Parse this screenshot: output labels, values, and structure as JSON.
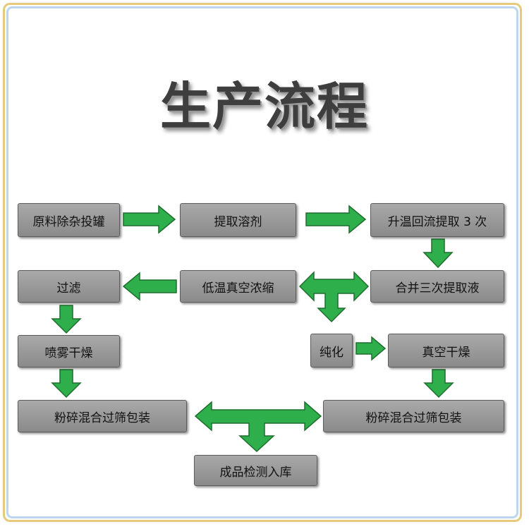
{
  "title": "生产流程",
  "colors": {
    "arrow_fill": "#2fae4c",
    "arrow_stroke": "#1e6e2e",
    "box_fill": "#999999",
    "frame_gold": "#e6c97a",
    "frame_blue": "#bcd6ee"
  },
  "steps": {
    "raw_material": "原料除杂投罐",
    "solvent": "提取溶剂",
    "reflux": "升温回流提取 3 次",
    "combine": "合并三次提取液",
    "concentrate": "低温真空浓缩",
    "filter": "过滤",
    "spray_dry": "喷雾干燥",
    "crush_left": "粉碎混合过筛包装",
    "purify": "纯化",
    "vacuum_dry": "真空干燥",
    "crush_right": "粉碎混合过筛包装",
    "inspect": "成品检测入库"
  }
}
